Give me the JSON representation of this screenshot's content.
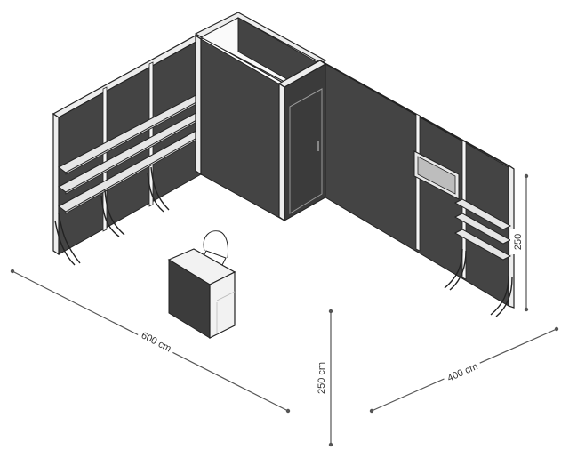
{
  "dimensions": {
    "width_label": "600 cm",
    "height_label": "250 cm",
    "depth_label": "400 cm",
    "right_height_label": "250"
  }
}
